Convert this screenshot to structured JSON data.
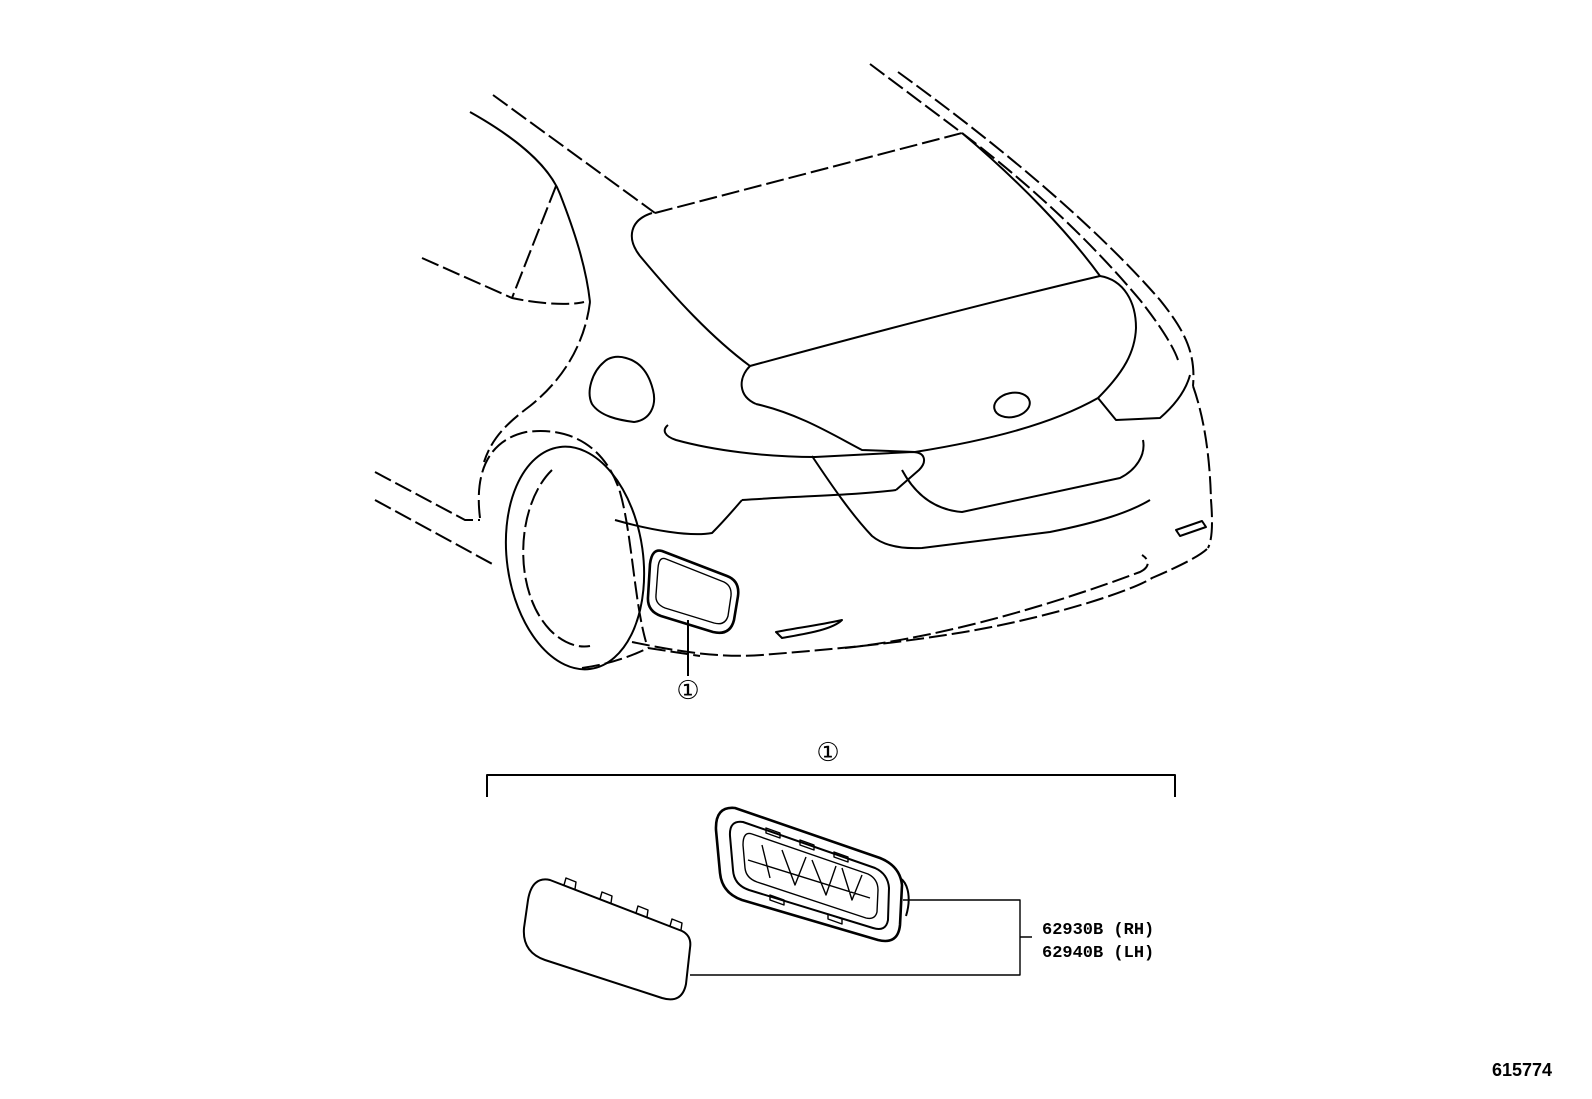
{
  "callouts": {
    "main_view": "①",
    "exploded_view": "①"
  },
  "parts": [
    {
      "number": "62930B (RH)"
    },
    {
      "number": "62940B (LH)"
    }
  ],
  "illustration_id": "615774",
  "colors": {
    "line": "#000000",
    "background": "#ffffff"
  }
}
